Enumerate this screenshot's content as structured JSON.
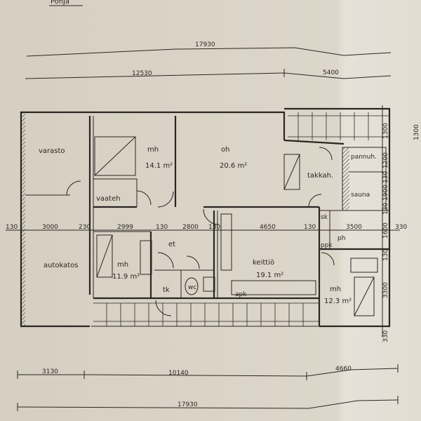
{
  "title": "Pohja",
  "dimensions": {
    "top_total": "17930",
    "top_left": "12530",
    "top_right": "5400",
    "middle": [
      "130",
      "3000",
      "230",
      "2999",
      "130",
      "2800",
      "130",
      "4650",
      "130",
      "3500",
      "330"
    ],
    "bottom": [
      "3130",
      "10140",
      "4660"
    ],
    "bottom_total": "17930",
    "vertical": [
      "1300",
      "1200",
      "130",
      "1900",
      "130",
      "1600",
      "130",
      "3300",
      "330"
    ],
    "edge_right": "1300"
  },
  "rooms": {
    "varasto": "varasto",
    "autokatos": "autokatos",
    "mh1": {
      "name": "mh",
      "area": "14.1 m²"
    },
    "oh": {
      "name": "oh",
      "area": "20.6 m²"
    },
    "vaateh": "vaateh",
    "takkah": "takkah.",
    "pannuh": "pannuh.",
    "sauna": "sauna",
    "sk": "sk",
    "ph": "ph",
    "ppk": "ppk",
    "et": "et",
    "mh2": {
      "name": "mh",
      "area": "11.9 m²"
    },
    "tk": "tk",
    "wc": "wc",
    "keittio": {
      "name": "keittiö",
      "area": "19.1 m²"
    },
    "apk": "apk",
    "mh3": {
      "name": "mh",
      "area": "12.3 m²"
    }
  },
  "colors": {
    "paper": "#d9d2c5",
    "ink": "#2a2622"
  }
}
